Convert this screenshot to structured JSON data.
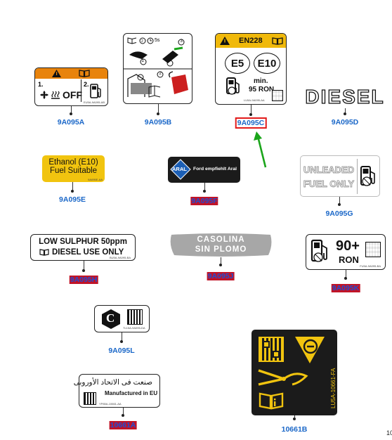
{
  "labels": {
    "a": {
      "part": "9A095A",
      "text_off": "OFF",
      "num1": "1.",
      "num2": "2.",
      "small": "EU5A-9A095-AB"
    },
    "b": {
      "part": "9A095B",
      "timer": "5s",
      "step1": "1",
      "step2": "2",
      "step3": "3"
    },
    "c": {
      "part": "9A095C",
      "header": "EN228",
      "e5": "E5",
      "e10": "E10",
      "min": "min.",
      "ron": "95 RON",
      "small": "LU5A-9A095-AA"
    },
    "d": {
      "part": "9A095D",
      "text": "DIESEL"
    },
    "e": {
      "part": "9A095E",
      "line1": "Ethanol (E10)",
      "line2": "Fuel Suitable",
      "small": "9A095E-AA"
    },
    "f": {
      "part": "9A095F",
      "brand": "ARAL",
      "text": "Ford empfiehlt Aral"
    },
    "g": {
      "part": "9A095G",
      "line1": "UNLEADED",
      "line2": "FUEL ONLY"
    },
    "h": {
      "part": "9A095H",
      "line1": "LOW SULPHUR 50ppm",
      "line2": "DIESEL USE ONLY",
      "small": "BU5A-9A095-BA"
    },
    "j": {
      "part": "9A095J",
      "line1": "CASOLINA",
      "line2": "SIN PLOMO"
    },
    "k": {
      "part": "9A095K",
      "big": "90+",
      "ron": "RON",
      "small": "FU5A-9A095-BA"
    },
    "l": {
      "part": "9A095L",
      "letter": "C",
      "small": "TL15A-9A095-DA"
    },
    "m": {
      "part": "10661A",
      "arabic": "صنعت فى الاتحاد الأوروبى",
      "text": "Manufactured in EU",
      "small": "YP85A-10661-AA"
    },
    "n": {
      "part": "10661B",
      "vertical": "LU5A-10661-FA"
    }
  },
  "corner_text": "10",
  "colors": {
    "highlight": "#c01428",
    "part_blue": "#1a67c8",
    "arrow_green": "#1aa51a",
    "warn_orange": "#e8830c",
    "ethanol_yellow": "#f1c40f"
  }
}
